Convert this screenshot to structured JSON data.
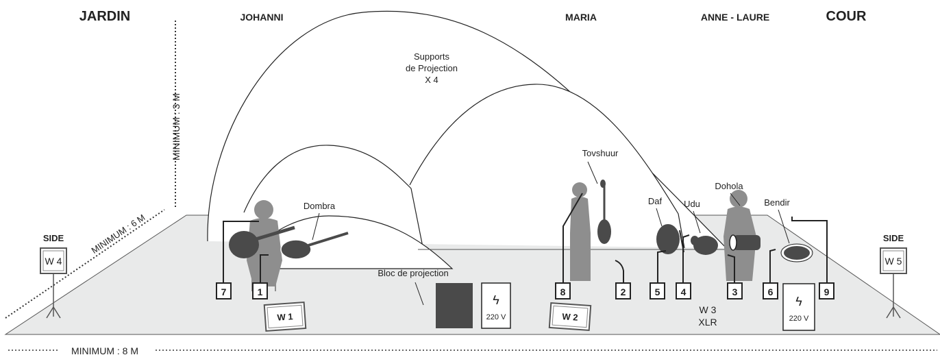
{
  "headers": {
    "jardin": "JARDIN",
    "johanni": "JOHANNI",
    "maria": "MARIA",
    "anne_laure": "ANNE - LAURE",
    "cour": "COUR"
  },
  "dimensions": {
    "height": "MINIMUM : 3 M",
    "depth": "MINIMUM : 6 M",
    "width": "MINIMUM : 8 M"
  },
  "projection": {
    "supports_line1": "Supports",
    "supports_line2": "de Projection",
    "supports_line3": "X 4",
    "bloc": "Bloc de projection"
  },
  "instruments": {
    "dombra": "Dombra",
    "tovshuur": "Tovshuur",
    "daf": "Daf",
    "udu": "Udu",
    "dohola": "Dohola",
    "bendir": "Bendir"
  },
  "sides": {
    "left_label": "SIDE",
    "left_wedge": "W 4",
    "right_label": "SIDE",
    "right_wedge": "W 5"
  },
  "wedges": {
    "w1": "W 1",
    "w2": "W 2",
    "w3_line1": "W 3",
    "w3_line2": "XLR"
  },
  "power": {
    "symbol": "ϟ",
    "left": "220 V",
    "right": "220 V"
  },
  "inputs": [
    "7",
    "1",
    "8",
    "2",
    "5",
    "4",
    "3",
    "6",
    "9"
  ],
  "colors": {
    "stage_floor": "#e9eaea",
    "figure_grey": "#8e8e8e",
    "dark_grey": "#4a4a4a",
    "line": "#222222"
  }
}
